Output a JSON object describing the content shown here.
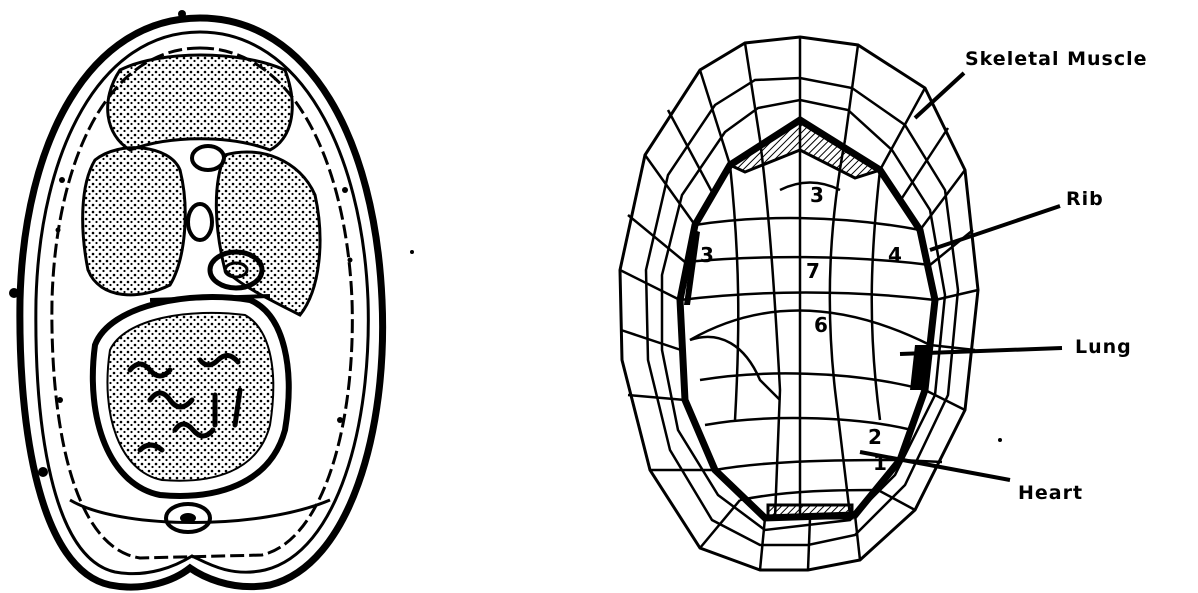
{
  "labels": {
    "skeletal_muscle": "Skeletal Muscle",
    "rib": "Rib",
    "lung": "Lung",
    "heart": "Heart"
  },
  "region_numbers": {
    "n3_top": "3",
    "n3_left": "3",
    "n4": "4",
    "n7": "7",
    "n6": "6",
    "n2": "2",
    "n1": "1"
  },
  "colors": {
    "ink": "#000000",
    "paper": "#ffffff"
  }
}
